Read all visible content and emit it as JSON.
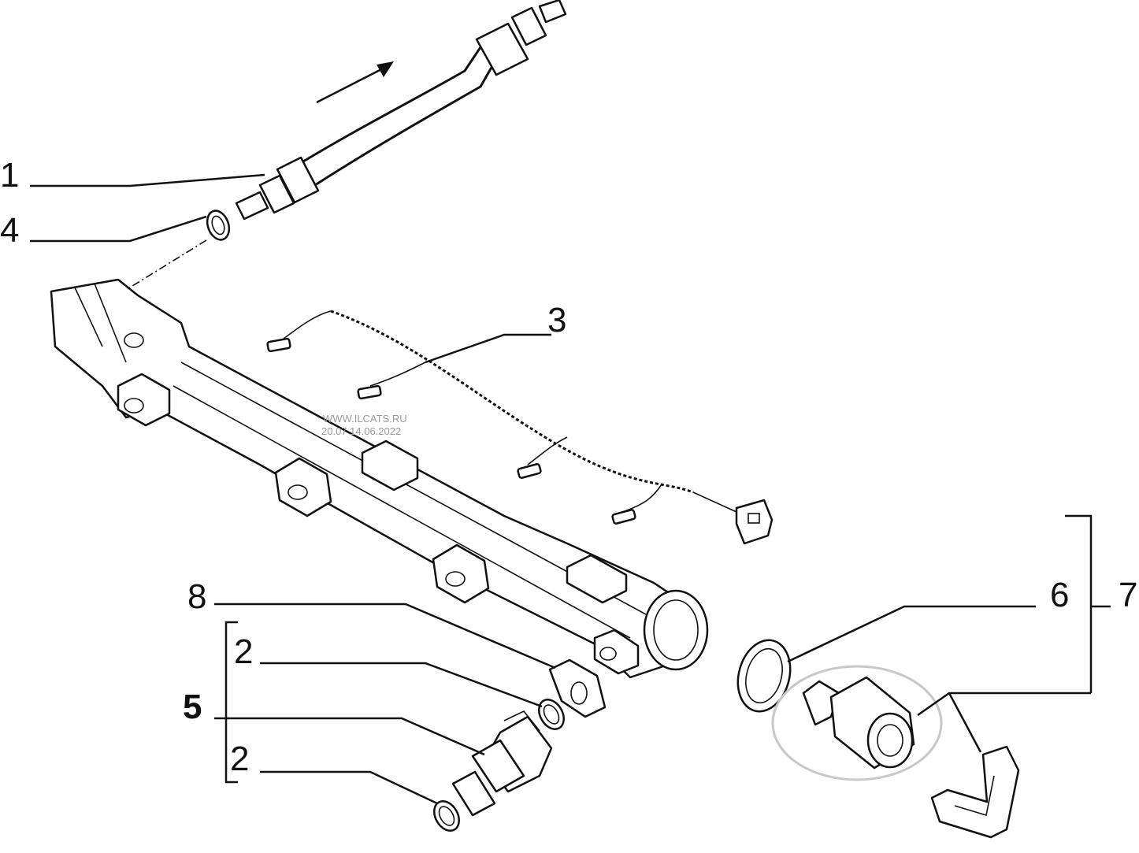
{
  "callouts": {
    "c1": "1",
    "c2a": "2",
    "c2b": "2",
    "c3": "3",
    "c4": "4",
    "c5": "5",
    "c6": "6",
    "c7": "7",
    "c8": "8"
  },
  "watermark": {
    "line1": "WWW.ILCATS.RU",
    "line2": "20.07 14.06.2022"
  },
  "colors": {
    "ink": "#111111",
    "watermark": "#9a9a9a",
    "highlight_ring": "#c8c8c8"
  }
}
